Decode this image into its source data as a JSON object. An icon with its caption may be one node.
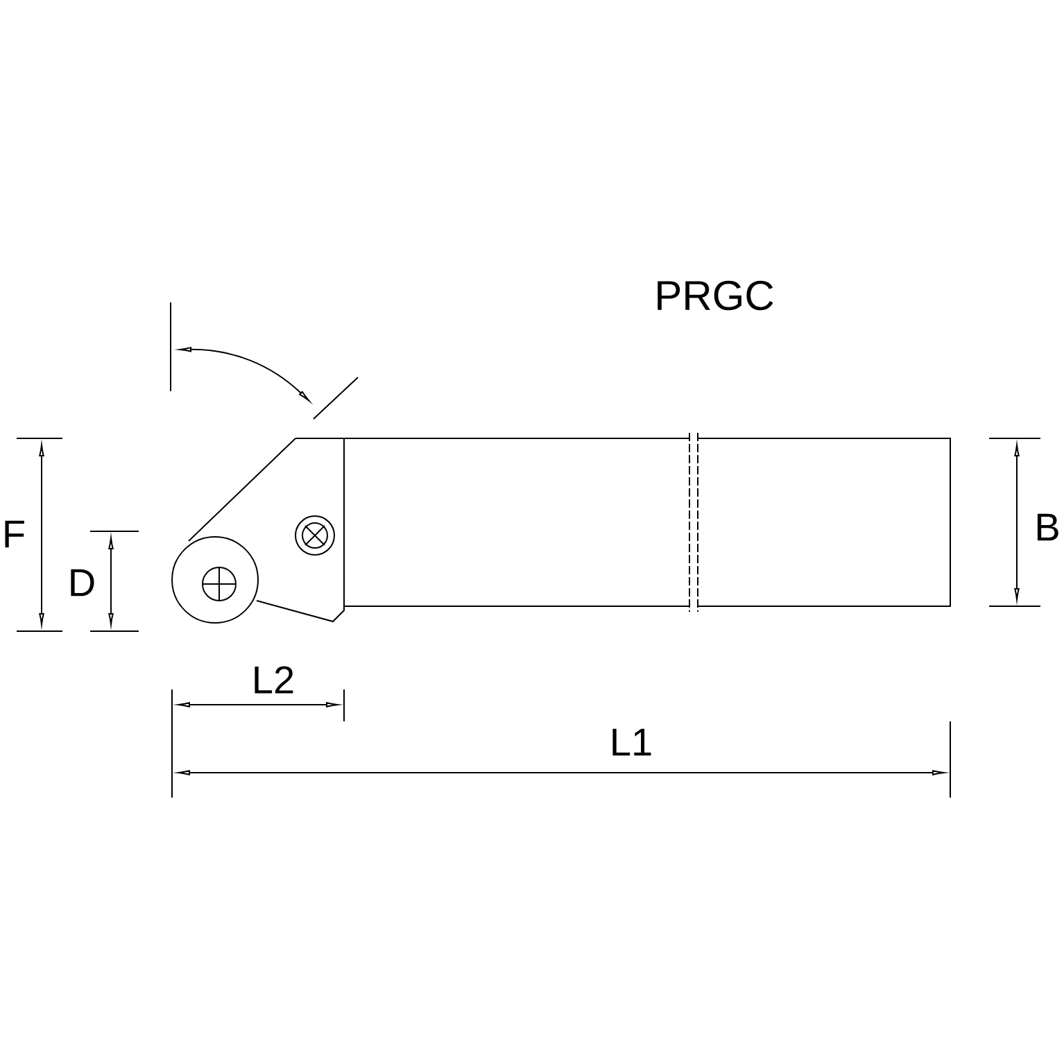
{
  "diagram": {
    "title": "PRGC",
    "labels": [
      "F",
      "D",
      "B",
      "L2",
      "L1"
    ]
  }
}
